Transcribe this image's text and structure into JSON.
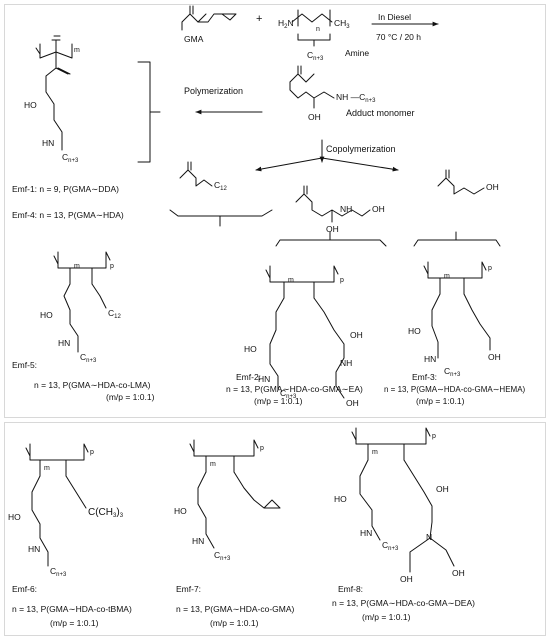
{
  "reaction": {
    "reactant_gma": "GMA",
    "plus": "+",
    "amine_formula": "C",
    "amine_formula_sub": "n+3",
    "amine_label": "Amine",
    "amine_ch3": "CH",
    "amine_ch3_sub": "3",
    "amine_nh2": "H",
    "amine_nh2_sub": "2",
    "amine_n": "N",
    "amine_repeat_n": "n",
    "condition_solvent": "In Diesel",
    "condition_temp_time": "70 °C / 20 h",
    "adduct_label": "Adduct monomer",
    "adduct_nh": "NH",
    "adduct_cn3": "C",
    "adduct_cn3_sub": "n+3",
    "adduct_oh": "OH",
    "polymerization_label": "Polymerization",
    "copolymerization_label": "Copolymerization",
    "lma_c12": "C",
    "lma_c12_sub": "12",
    "ea_oh": "OH",
    "ea_nh": "NH",
    "ea_oh2": "OH",
    "hema_oh": "OH"
  },
  "homopolymer": {
    "repeat_m": "m",
    "ho": "HO",
    "hn": "HN",
    "cn3": "C",
    "cn3_sub": "n+3",
    "emf1": "Emf-1:  n = 9, P(GMA∼DDA)",
    "emf4": "Emf-4:  n = 13, P(GMA∼HDA)"
  },
  "emf5": {
    "name": "Emf-5:",
    "desc": "n = 13, P(GMA∼HDA-co-LMA)",
    "ratio": "(m/p = 1:0.1)",
    "m": "m",
    "p": "p",
    "ho": "HO",
    "hn": "HN",
    "cn3": "C",
    "cn3_sub": "n+3",
    "c12": "C",
    "c12_sub": "12"
  },
  "emf2": {
    "name": "Emf-2:",
    "desc": "n = 13, P(GMA∼HDA-co-GMA∼EA)",
    "ratio": "(m/p = 1:0.1)",
    "m": "m",
    "p": "p",
    "ho": "HO",
    "hn": "HN",
    "cn3": "C",
    "cn3_sub": "n+3",
    "oh": "OH",
    "nh": "NH",
    "oh2": "OH"
  },
  "emf3": {
    "name": "Emf-3:",
    "desc": "n = 13, P(GMA∼HDA-co-GMA∼HEMA)",
    "ratio": "(m/p = 1:0.1)",
    "m": "m",
    "p": "p",
    "ho": "HO",
    "hn": "HN",
    "cn3": "C",
    "cn3_sub": "n+3",
    "oh": "OH"
  },
  "emf6": {
    "name": "Emf-6:",
    "desc": "n = 13, P(GMA∼HDA-co-tBMA)",
    "ratio": "(m/p = 1:0.1)",
    "m": "m",
    "p": "p",
    "ho": "HO",
    "hn": "HN",
    "cn3": "C",
    "cn3_sub": "n+3",
    "tbu": "C(CH",
    "tbu_sub": "3",
    "tbu_end": ")",
    "tbu_sub2": "3"
  },
  "emf7": {
    "name": "Emf-7:",
    "desc": "n = 13, P(GMA∼HDA-co-GMA)",
    "ratio": "(m/p = 1:0.1)",
    "m": "m",
    "p": "p",
    "ho": "HO",
    "hn": "HN",
    "cn3": "C",
    "cn3_sub": "n+3"
  },
  "emf8": {
    "name": "Emf-8:",
    "desc": "n = 13, P(GMA∼HDA-co-GMA∼DEA)",
    "ratio": "(m/p = 1:0.1)",
    "m": "m",
    "p": "p",
    "ho": "HO",
    "hn": "HN",
    "cn3": "C",
    "cn3_sub": "n+3",
    "oh": "OH",
    "n": "N",
    "oh2": "OH",
    "oh3": "OH"
  }
}
